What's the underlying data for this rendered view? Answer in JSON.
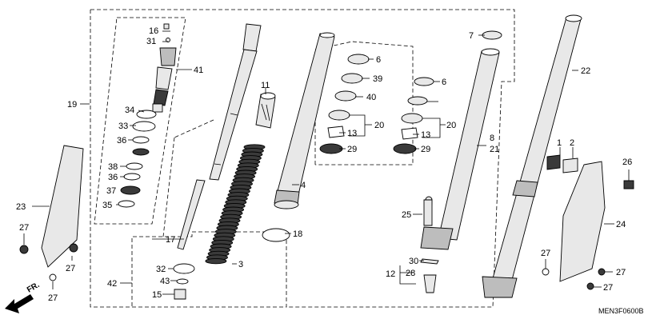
{
  "diagram": {
    "labels": [
      {
        "id": "p16",
        "text": "16"
      },
      {
        "id": "p31",
        "text": "31"
      },
      {
        "id": "p41",
        "text": "41"
      },
      {
        "id": "p19",
        "text": "19"
      },
      {
        "id": "p34",
        "text": "34"
      },
      {
        "id": "p33",
        "text": "33"
      },
      {
        "id": "p36a",
        "text": "36"
      },
      {
        "id": "p38",
        "text": "38"
      },
      {
        "id": "p36b",
        "text": "36"
      },
      {
        "id": "p37",
        "text": "37"
      },
      {
        "id": "p35",
        "text": "35"
      },
      {
        "id": "p11",
        "text": "11"
      },
      {
        "id": "p3",
        "text": "3"
      },
      {
        "id": "p17",
        "text": "17"
      },
      {
        "id": "p32",
        "text": "32"
      },
      {
        "id": "p43",
        "text": "43"
      },
      {
        "id": "p15",
        "text": "15"
      },
      {
        "id": "p42",
        "text": "42"
      },
      {
        "id": "p4",
        "text": "4"
      },
      {
        "id": "p18",
        "text": "18"
      },
      {
        "id": "p6a",
        "text": "6"
      },
      {
        "id": "p39",
        "text": "39"
      },
      {
        "id": "p40",
        "text": "40"
      },
      {
        "id": "p20a",
        "text": "20"
      },
      {
        "id": "p13a",
        "text": "13"
      },
      {
        "id": "p29a",
        "text": "29"
      },
      {
        "id": "p7",
        "text": "7"
      },
      {
        "id": "p6b",
        "text": "6"
      },
      {
        "id": "p20b",
        "text": "20"
      },
      {
        "id": "p13b",
        "text": "13"
      },
      {
        "id": "p29b",
        "text": "29"
      },
      {
        "id": "p8",
        "text": "8"
      },
      {
        "id": "p21",
        "text": "21"
      },
      {
        "id": "p25",
        "text": "25"
      },
      {
        "id": "p30",
        "text": "30"
      },
      {
        "id": "p12",
        "text": "12"
      },
      {
        "id": "p28",
        "text": "28"
      },
      {
        "id": "p22",
        "text": "22"
      },
      {
        "id": "p1",
        "text": "1"
      },
      {
        "id": "p2",
        "text": "2"
      },
      {
        "id": "p26",
        "text": "26"
      },
      {
        "id": "p24",
        "text": "24"
      },
      {
        "id": "p27a",
        "text": "27"
      },
      {
        "id": "p27b",
        "text": "27"
      },
      {
        "id": "p27c",
        "text": "27"
      },
      {
        "id": "p23",
        "text": "23"
      },
      {
        "id": "p27d",
        "text": "27"
      },
      {
        "id": "p27e",
        "text": "27"
      },
      {
        "id": "p27f",
        "text": "27"
      }
    ],
    "direction_label": "FR.",
    "drawing_code": "MEN3F0600B"
  },
  "colors": {
    "line": "#000000",
    "part_fill": "#e8e8e8",
    "dark_fill": "#3a3a3a"
  }
}
